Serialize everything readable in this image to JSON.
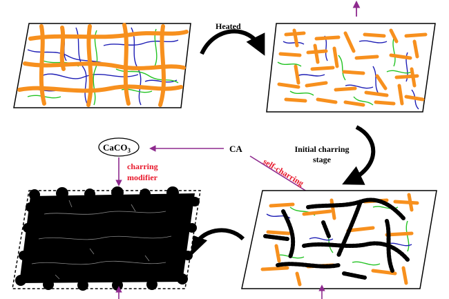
{
  "labels": {
    "heated": "Heated",
    "initial_charring_1": "Initial charring",
    "initial_charring_2": "stage",
    "ca": "CA",
    "caco3_base": "CaCO",
    "caco3_sub": "3",
    "self_charring": "self-charring",
    "charring_modifier_1": "charring",
    "charring_modifier_2": "modifier"
  },
  "colors": {
    "orange": "#f7901e",
    "blue": "#1d1db5",
    "green": "#22c322",
    "black": "#000000",
    "purple": "#8e2a8e",
    "red": "#e8192c"
  }
}
